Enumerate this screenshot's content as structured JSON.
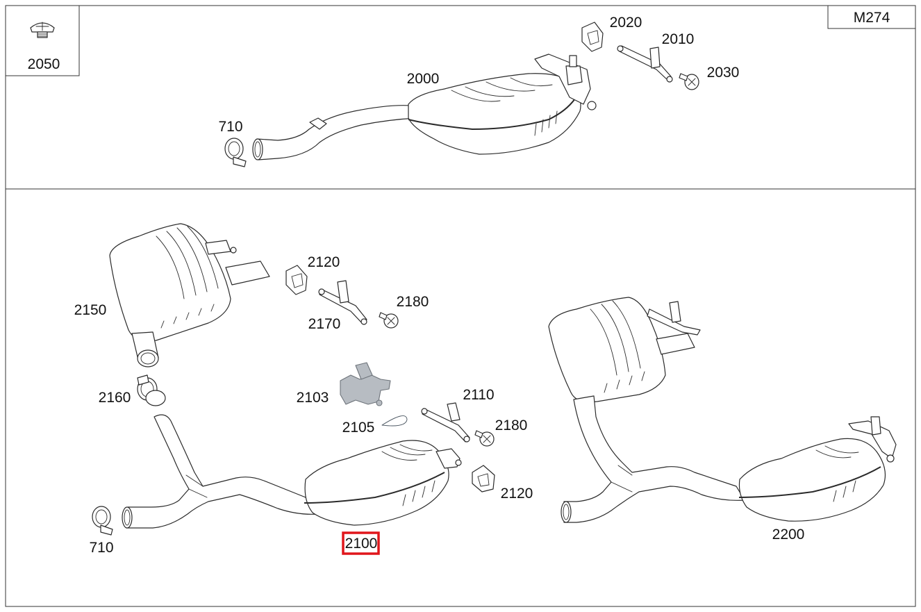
{
  "diagram": {
    "engine_code": "M274",
    "colors": {
      "line": "#2a2a2a",
      "highlight_part": "#b7bcc2",
      "selection": "#e0161b",
      "background": "#ffffff"
    },
    "selected_part": "2100",
    "callouts": {
      "inset_2050": "2050",
      "top_710": "710",
      "top_2000": "2000",
      "top_2020": "2020",
      "top_2010": "2010",
      "top_2030": "2030",
      "bot_2120_a": "2120",
      "bot_2150": "2150",
      "bot_2170": "2170",
      "bot_2180_a": "2180",
      "bot_2160": "2160",
      "bot_2103": "2103",
      "bot_2110": "2110",
      "bot_2105": "2105",
      "bot_2180_b": "2180",
      "bot_2120_b": "2120",
      "bot_710": "710",
      "bot_2100": "2100",
      "bot_2200": "2200"
    }
  }
}
